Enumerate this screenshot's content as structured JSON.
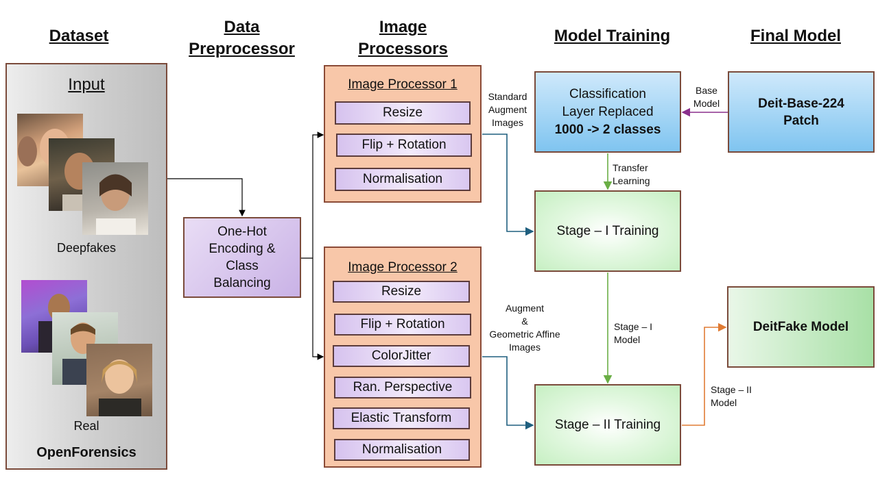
{
  "headers": {
    "dataset": "Dataset",
    "data_preprocessor": [
      "Data",
      "Preprocessor"
    ],
    "image_processors": [
      "Image",
      "Processors"
    ],
    "model_training": "Model Training",
    "final_model": "Final Model"
  },
  "dataset": {
    "input_label": "Input",
    "deepfakes_label": "Deepfakes",
    "real_label": "Real",
    "name": "OpenForensics"
  },
  "preprocessor": {
    "lines": [
      "One-Hot",
      "Encoding &",
      "Class",
      "Balancing"
    ]
  },
  "processor1": {
    "title": "Image Processor 1",
    "steps": [
      "Resize",
      "Flip + Rotation",
      "Normalisation"
    ]
  },
  "processor2": {
    "title": "Image Processor 2",
    "steps": [
      "Resize",
      "Flip + Rotation",
      "ColorJitter",
      "Ran. Perspective",
      "Elastic Transform",
      "Normalisation"
    ]
  },
  "edge_labels": {
    "standard": [
      "Standard",
      "Augment",
      "Images"
    ],
    "augment": [
      "Augment",
      "&",
      "Geometric Affine",
      "Images"
    ],
    "base_model": [
      "Base",
      "Model"
    ],
    "transfer": [
      "Transfer",
      "Learning"
    ],
    "stage1_model": [
      "Stage – I",
      "Model"
    ],
    "stage2_model": [
      "Stage – II",
      "Model"
    ]
  },
  "classification": {
    "line1": "Classification",
    "line2": "Layer Replaced",
    "line3": "1000 -> 2 classes"
  },
  "deit_base": {
    "line1": "Deit-Base-224",
    "line2": "Patch"
  },
  "stage1": "Stage – I Training",
  "stage2": "Stage – II Training",
  "final": "DeitFake Model",
  "colors": {
    "arrow_black": "#000000",
    "arrow_teal": "#1f5f7f",
    "arrow_green": "#6aae45",
    "arrow_purple": "#8a2f8c",
    "arrow_orange": "#e07b33"
  }
}
